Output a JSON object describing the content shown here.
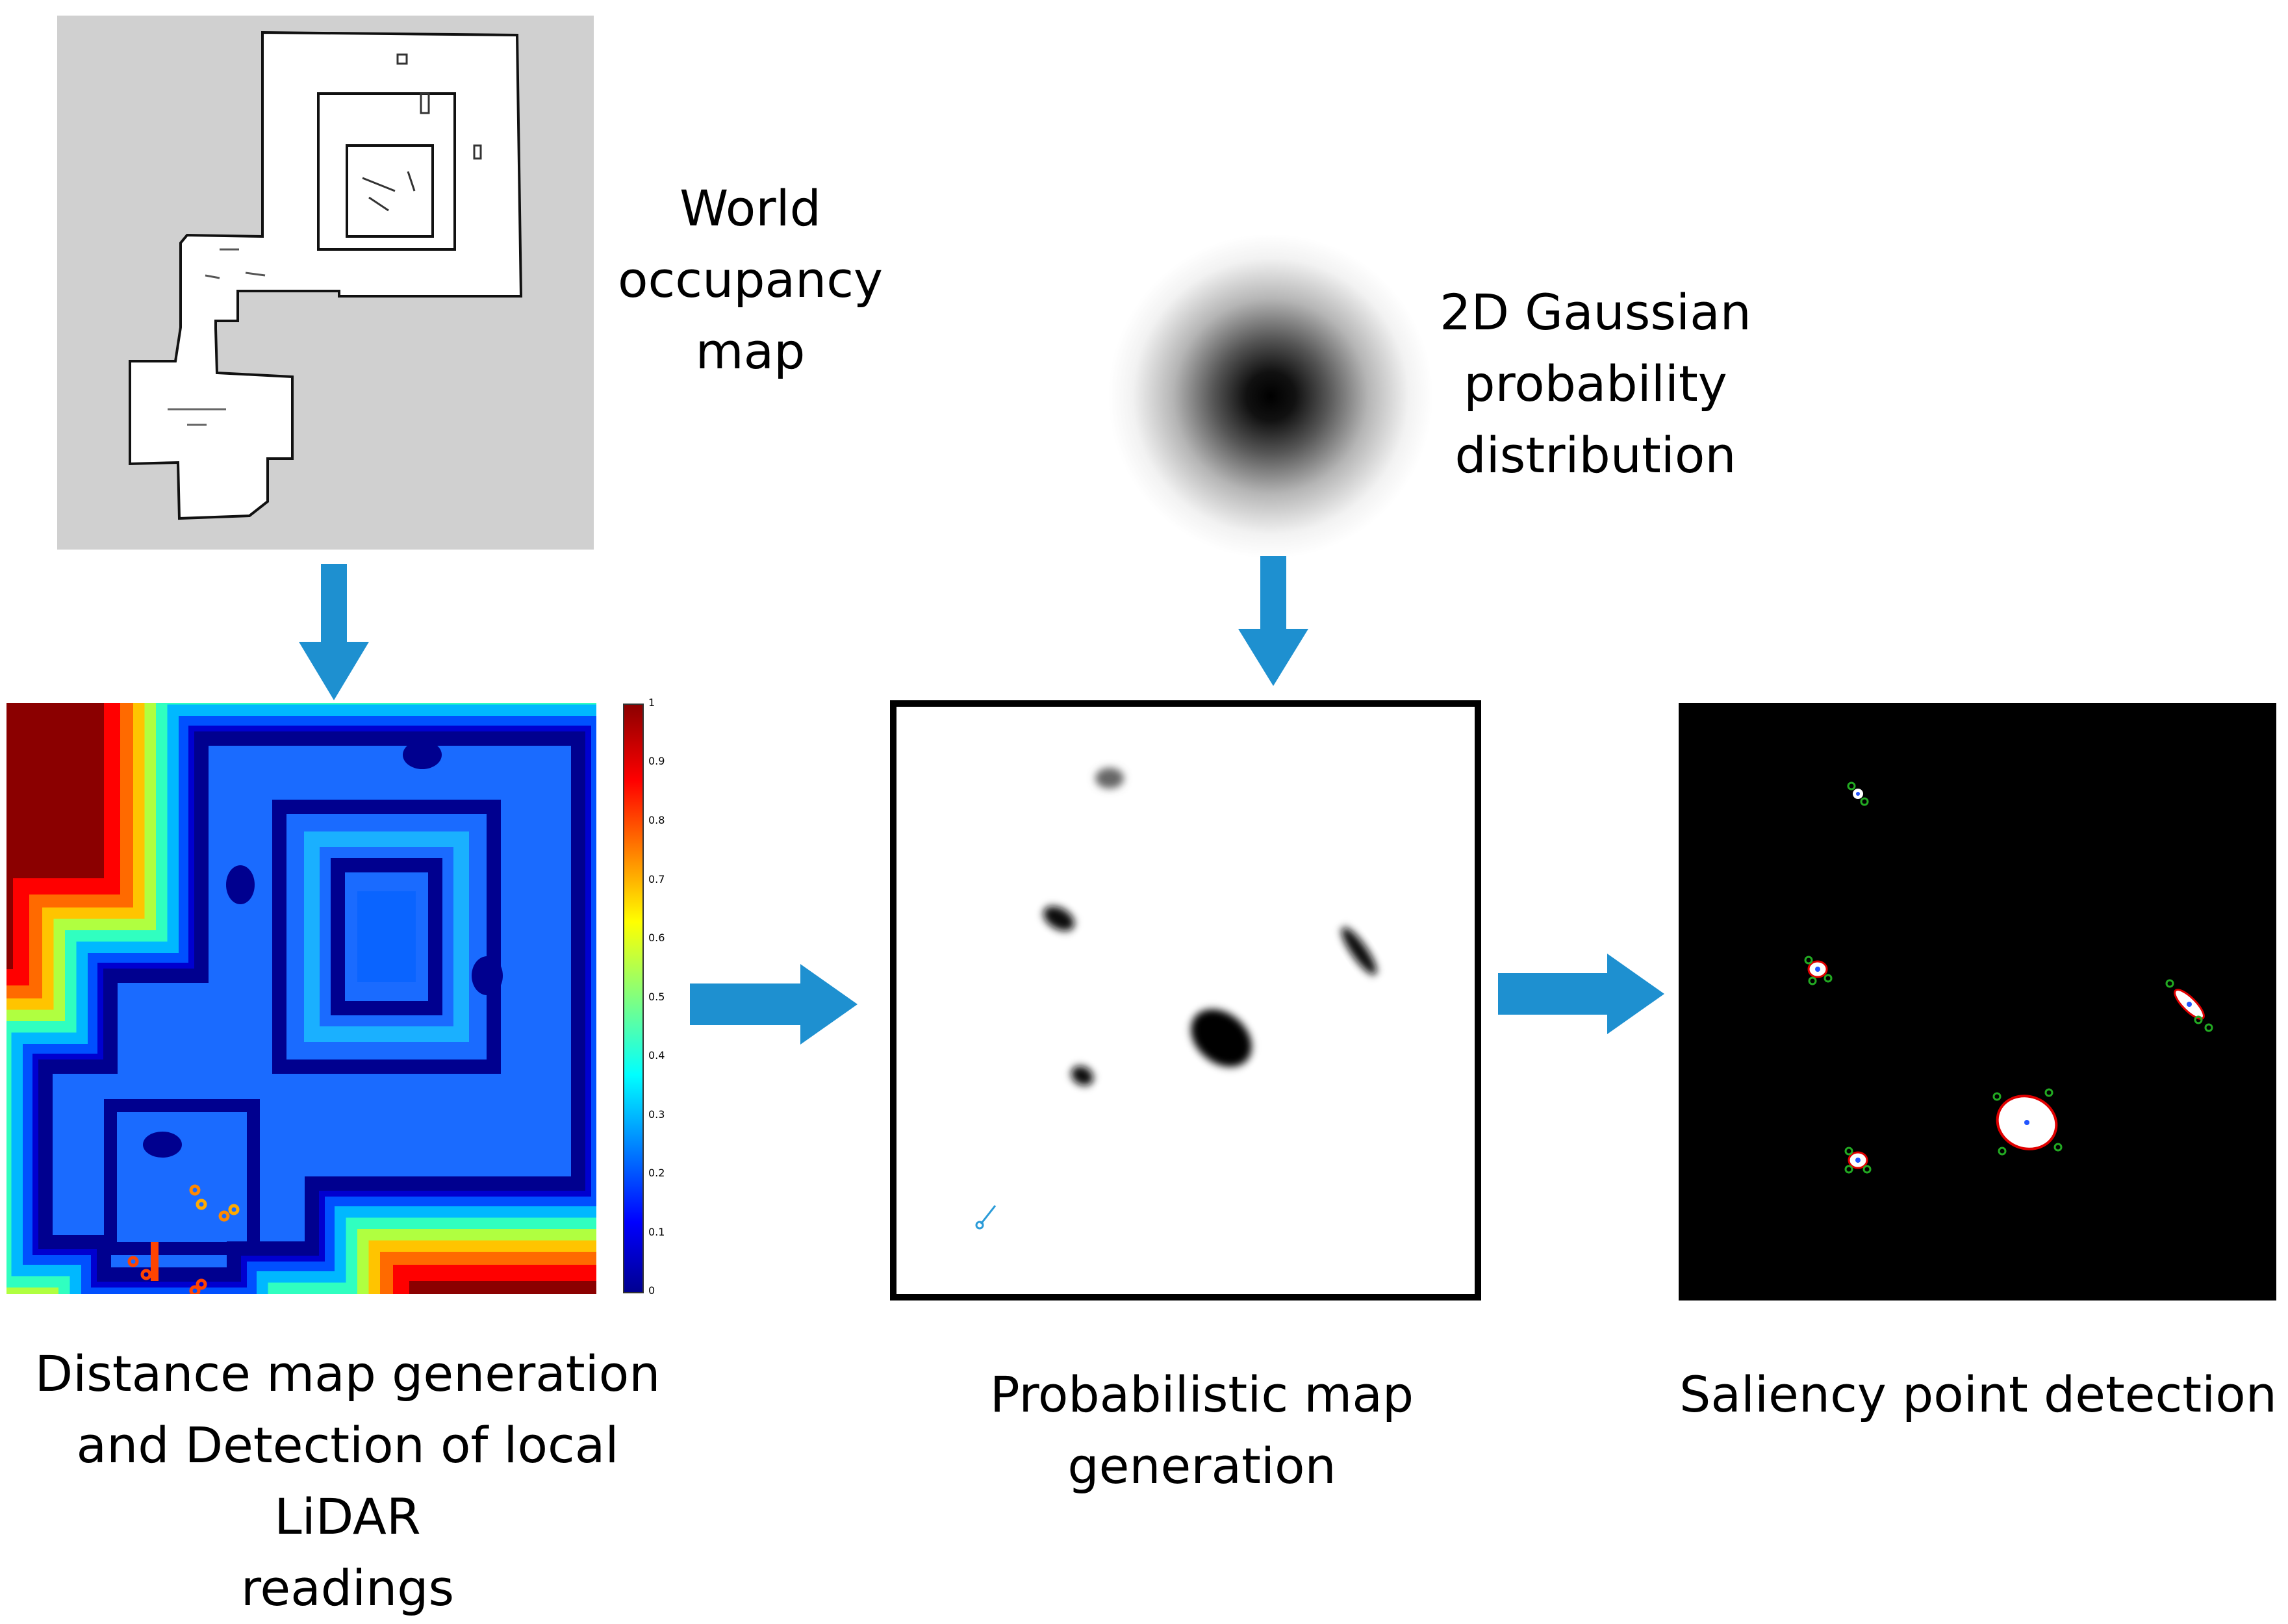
{
  "labels": {
    "world_map": [
      "World",
      "occupancy",
      "map"
    ],
    "gaussian": [
      "2D Gaussian",
      "probability",
      "distribution"
    ],
    "distance": [
      "Distance map generation",
      "and Detection of local LiDAR",
      "readings"
    ],
    "probabilistic": [
      "Probabilistic map",
      "generation"
    ],
    "saliency": [
      "Saliency point detection"
    ]
  },
  "colorbar": {
    "ticks": [
      "1",
      "0.9",
      "0.8",
      "0.7",
      "0.6",
      "0.5",
      "0.4",
      "0.3",
      "0.2",
      "0.1",
      "0"
    ]
  },
  "colors": {
    "arrow": "#1e90d0",
    "jet_low": "#00008f",
    "jet_high": "#8b0000",
    "map_background": "#cfcfcf",
    "blob": "#000000",
    "contour": "#e00000",
    "keypoint": "#22aa22",
    "center": "#2255ff"
  }
}
